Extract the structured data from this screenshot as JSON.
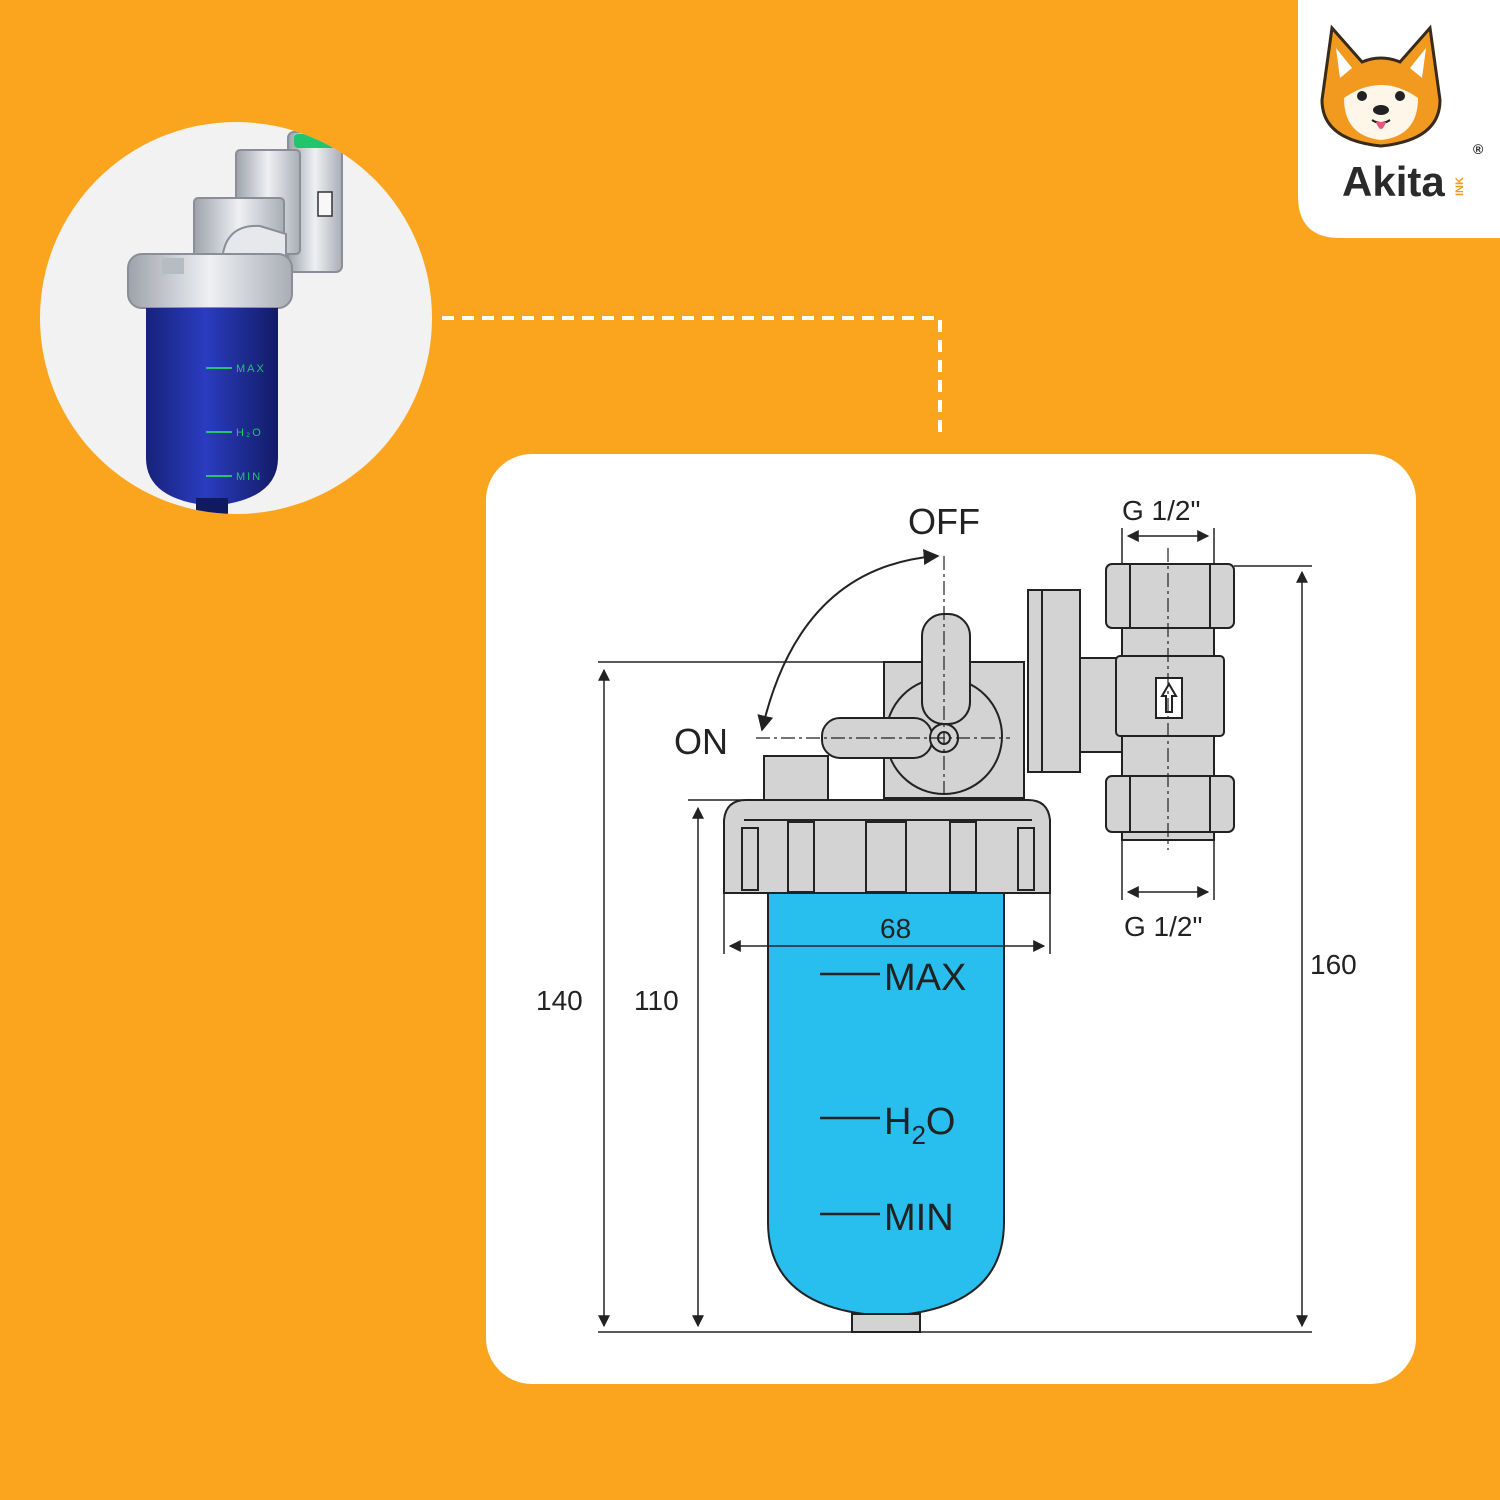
{
  "colors": {
    "background": "#FBA51E",
    "panel": "#FFFFFF",
    "water": "#28BFEF",
    "body_grey": "#D3D3D3",
    "line": "#222222",
    "photo_bowl": "#1F2F9A",
    "photo_metal": "#C9CCD2",
    "photo_green": "#22C56B",
    "logo_orange": "#F29A1F"
  },
  "brand": {
    "name": "Akita",
    "suffix": "INK",
    "registered": "®"
  },
  "photo": {
    "marks": [
      "MAX",
      "H₂O",
      "MIN"
    ]
  },
  "diagram": {
    "valve_off": "OFF",
    "valve_on": "ON",
    "thread_top": "G 1/2\"",
    "thread_bottom": "G 1/2\"",
    "width_dim": "68",
    "height_total": "140",
    "height_bowl": "110",
    "height_fitting": "160",
    "mark_max": "MAX",
    "mark_h2o_h": "H",
    "mark_h2o_sub": "2",
    "mark_h2o_o": "O",
    "mark_min": "MIN"
  }
}
